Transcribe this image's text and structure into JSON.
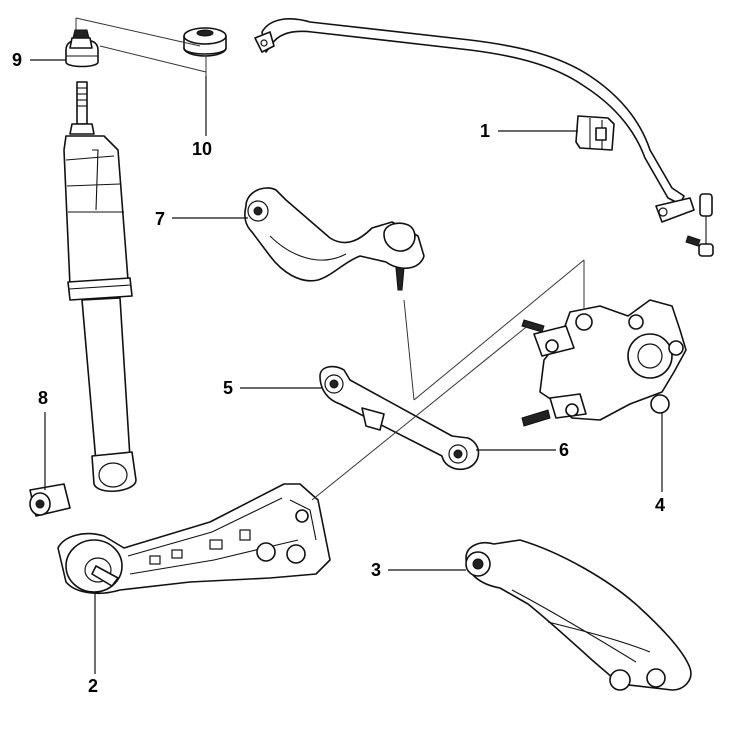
{
  "parts": [
    {
      "id": "stabilizer-bushing",
      "label": "1"
    },
    {
      "id": "trailing-arm",
      "label": "2"
    },
    {
      "id": "lower-control-arm",
      "label": "3"
    },
    {
      "id": "rear-knuckle",
      "label": "4"
    },
    {
      "id": "lateral-link-upper",
      "label": "5"
    },
    {
      "id": "lateral-link-lower",
      "label": "6"
    },
    {
      "id": "upper-control-arm",
      "label": "7"
    },
    {
      "id": "shock-bushing",
      "label": "8"
    },
    {
      "id": "shock-mount-nut",
      "label": "9"
    },
    {
      "id": "shock-mount-bushing",
      "label": "10"
    }
  ],
  "colors": {
    "line": "#111111",
    "background": "#ffffff",
    "shade": "#e9e9e9"
  }
}
